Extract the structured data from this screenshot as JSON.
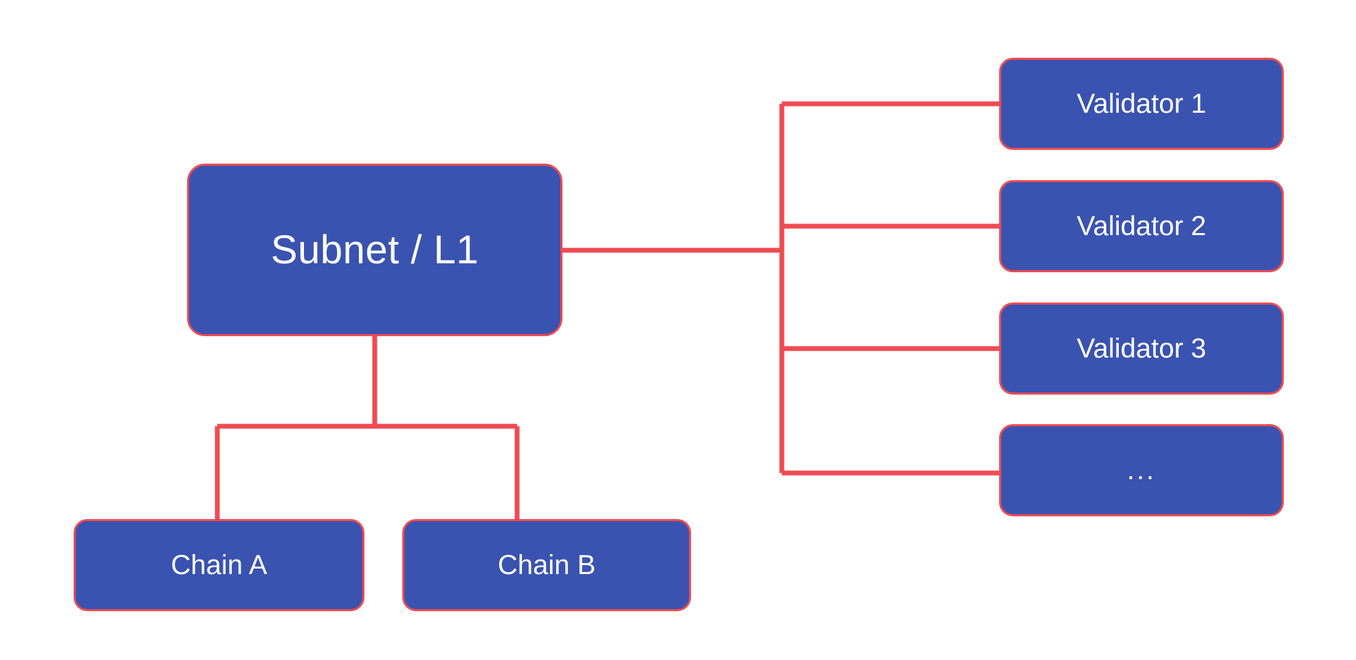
{
  "diagram": {
    "type": "tree",
    "orientation": "mixed",
    "background_color": "#ffffff",
    "node_fill_color": "#3a53b0",
    "node_border_color": "#ef4b52",
    "node_text_color": "#ffffff",
    "edge_color": "#ef4b52",
    "root": {
      "id": "subnet",
      "label": "Subnet / L1"
    },
    "chains": {
      "group_label": "",
      "nodes": [
        {
          "id": "chain-a",
          "label": "Chain A"
        },
        {
          "id": "chain-b",
          "label": "Chain B"
        }
      ]
    },
    "validators": {
      "group_label": "",
      "nodes": [
        {
          "id": "validator-1",
          "label": "Validator 1"
        },
        {
          "id": "validator-2",
          "label": "Validator 2"
        },
        {
          "id": "validator-3",
          "label": "Validator 3"
        },
        {
          "id": "validator-more",
          "label": "..."
        }
      ]
    },
    "edges": [
      {
        "from": "subnet",
        "to": "validator-1"
      },
      {
        "from": "subnet",
        "to": "validator-2"
      },
      {
        "from": "subnet",
        "to": "validator-3"
      },
      {
        "from": "subnet",
        "to": "validator-more"
      },
      {
        "from": "subnet",
        "to": "chain-a"
      },
      {
        "from": "subnet",
        "to": "chain-b"
      }
    ]
  }
}
